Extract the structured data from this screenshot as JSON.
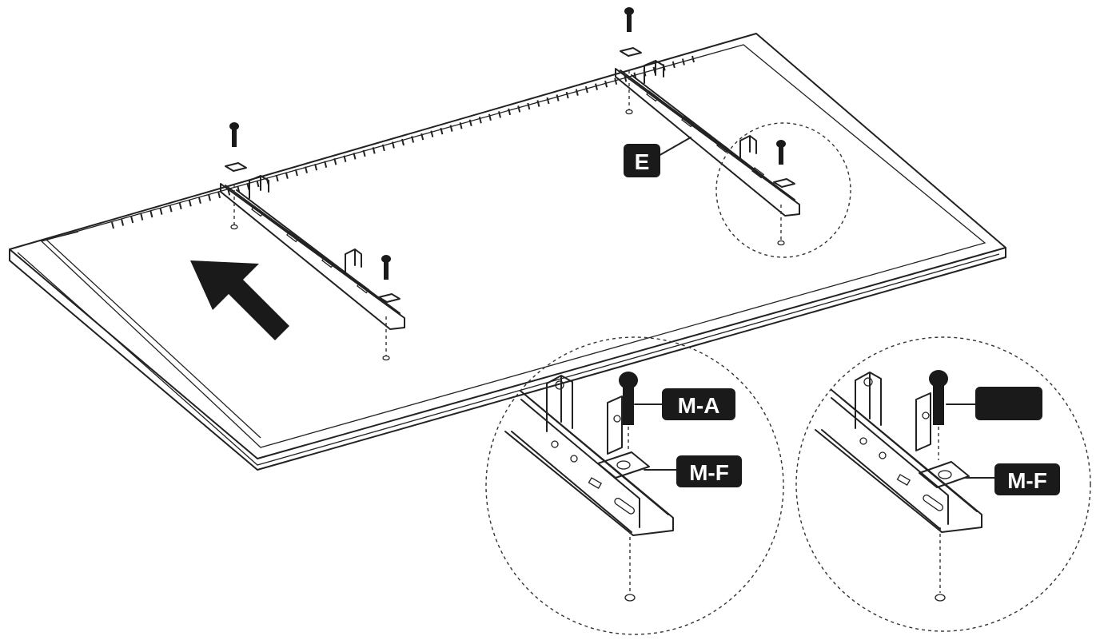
{
  "labels": {
    "bracket": "E",
    "screw_left_zoom": "M-A",
    "washer_left_zoom": "M-F",
    "screw_right_zoom": "",
    "washer_right_zoom": "M-F"
  },
  "colors": {
    "line": "#222222",
    "label_bg": "#1a1a1a",
    "label_text": "#ffffff",
    "background": "#ffffff"
  },
  "icons": {
    "arrow": "arrow-up-left-icon",
    "screw": "screw-icon",
    "washer": "washer-icon"
  }
}
